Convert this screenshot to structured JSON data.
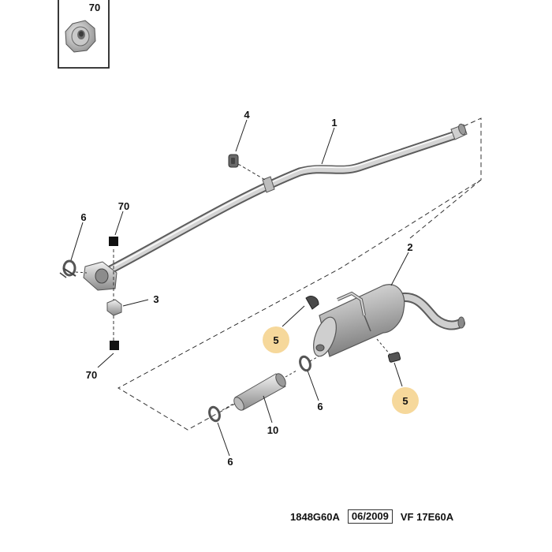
{
  "inset": {
    "label": "70"
  },
  "callouts": {
    "c1": "1",
    "c2": "2",
    "c3": "3",
    "c4": "4",
    "c5a": "5",
    "c5b": "5",
    "c6a": "6",
    "c6b": "6",
    "c6c": "6",
    "c70a": "70",
    "c70b": "70",
    "c10": "10"
  },
  "highlight_color": "#f6d89b",
  "footer": {
    "code": "1848G60A",
    "date": "06/2009",
    "ref": "VF 17E60A"
  }
}
